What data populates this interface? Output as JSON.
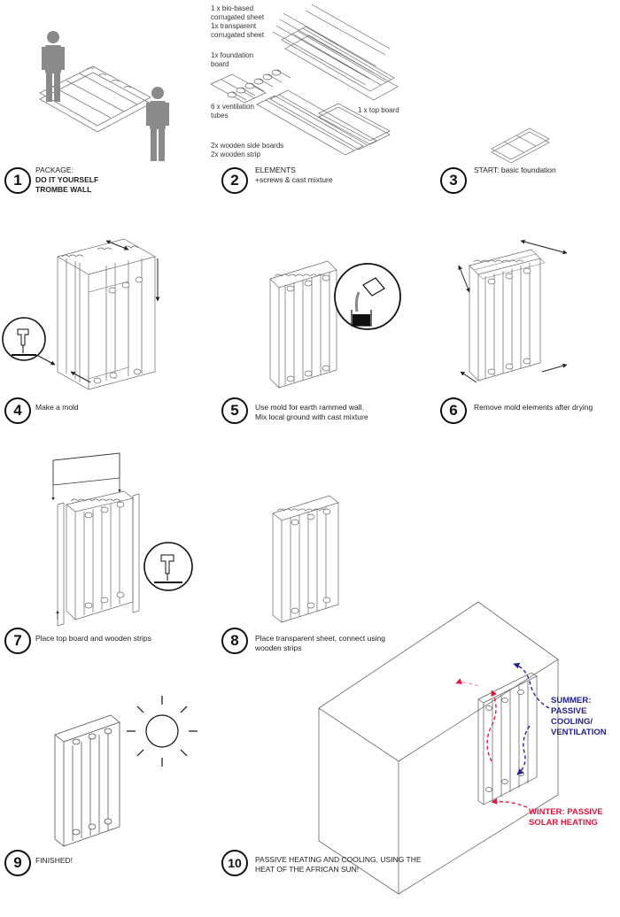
{
  "steps": [
    {
      "number": "1",
      "title": "PACKAGE:",
      "bold_lines": [
        "DO IT YOURSELF",
        "TROMBE WALL"
      ]
    },
    {
      "number": "2",
      "title": "ELEMENTS",
      "sub": "+screws & cast mixture"
    },
    {
      "number": "3",
      "title": "START: basic foundation"
    },
    {
      "number": "4",
      "title": "Make a mold"
    },
    {
      "number": "5",
      "title": "Use mold for earth rammed wall.",
      "sub": "Mix local ground with cast mixture"
    },
    {
      "number": "6",
      "title": "Remove mold elements after drying"
    },
    {
      "number": "7",
      "title": "Place top board and wooden strips"
    },
    {
      "number": "8",
      "title": "Place transparent sheet, connect using",
      "sub": "wooden strips"
    },
    {
      "number": "9",
      "title": "FINISHED!"
    },
    {
      "number": "10",
      "title": "PASSIVE HEATING AND COOLING, USING THE",
      "sub": "HEAT OF THE AFRICAN SUN!"
    }
  ],
  "elements_labels": {
    "sheets_1": "1 x bio-based",
    "sheets_2": "corrugated sheet",
    "sheets_3": "1x transparent",
    "sheets_4": "corrugated sheet",
    "foundation_1": "1x foundation",
    "foundation_2": "board",
    "tubes_1": "6 x ventilation",
    "tubes_2": "tubes",
    "top_board": "1 x top board",
    "side_1": "2x wooden side boards",
    "side_2": "2x wooden strip"
  },
  "climate_labels": {
    "summer_1": "SUMMER:",
    "summer_2": "PASSIVE",
    "summer_3": "COOLING/",
    "summer_4": "VENTILATION",
    "winter_1": "WINTER: PASSIVE",
    "winter_2": "SOLAR HEATING"
  },
  "colors": {
    "summer": "#22228a",
    "winter": "#e0173c",
    "line": "#444444",
    "figure": "#888888"
  }
}
